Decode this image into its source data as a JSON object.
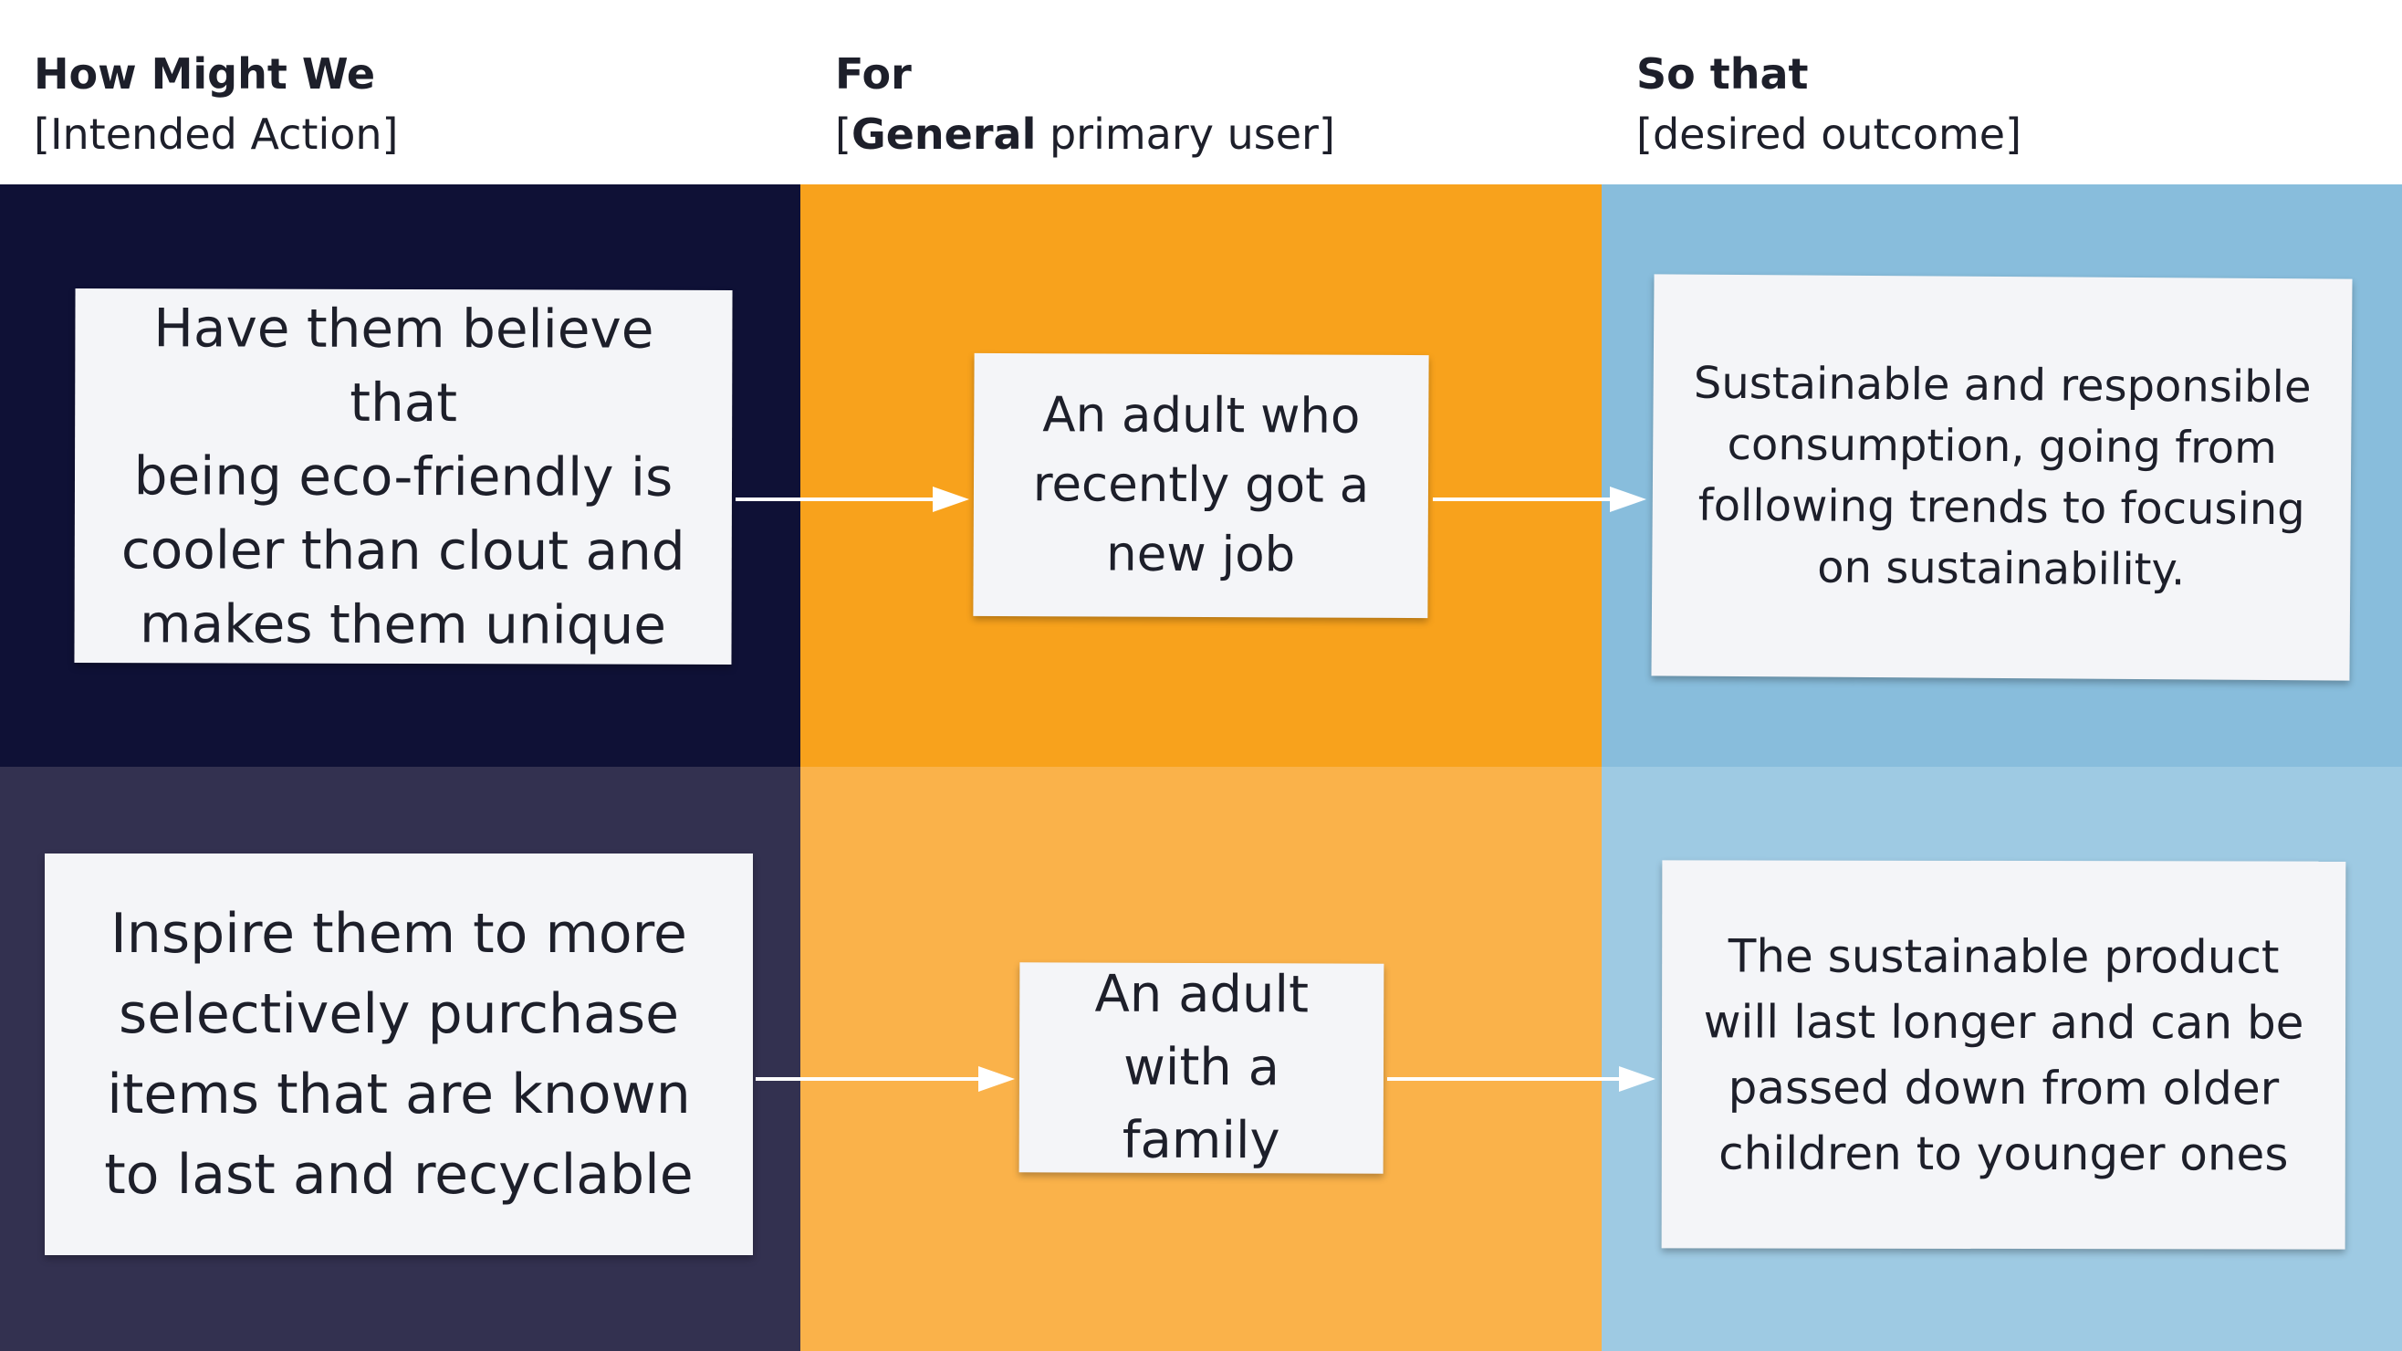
{
  "headers": [
    {
      "title": "How Might We",
      "sub": "[Intended Action]"
    },
    {
      "title": "For",
      "sub_open": "[",
      "sub_bold": "General",
      "sub_rest": " primary user]"
    },
    {
      "title": "So that",
      "sub": "[desired outcome]"
    }
  ],
  "rows": [
    {
      "action": [
        "Have them believe that",
        "being eco-friendly is",
        "cooler than clout and",
        "makes them unique"
      ],
      "user": [
        "An adult who",
        "recently got a",
        "new job"
      ],
      "outcome": [
        "Sustainable and responsible",
        "consumption, going from",
        "following trends to focusing",
        "on sustainability."
      ]
    },
    {
      "action": [
        "Inspire them to more",
        "selectively purchase",
        "items that are known",
        "to last and recyclable"
      ],
      "user": [
        "An adult",
        "with a family"
      ],
      "outcome": [
        "The sustainable product",
        "will last longer and can be",
        "passed down from older",
        "children to younger ones"
      ]
    }
  ],
  "colors": {
    "col1_row1": "#0f1136",
    "col1_row2": "#333150",
    "col2_row1": "#f8a21c",
    "col2_row2": "#fab24a",
    "col3_row1": "#88bddc",
    "col3_row2": "#9ecae3",
    "card": "#f4f5f8",
    "arrow": "#ffffff"
  },
  "connectors": [
    {
      "from": "action",
      "to": "user",
      "row": 1,
      "icon": "arrow-right-icon"
    },
    {
      "from": "user",
      "to": "outcome",
      "row": 1,
      "icon": "arrow-right-icon"
    },
    {
      "from": "action",
      "to": "user",
      "row": 2,
      "icon": "arrow-right-icon"
    },
    {
      "from": "user",
      "to": "outcome",
      "row": 2,
      "icon": "arrow-right-icon"
    }
  ]
}
